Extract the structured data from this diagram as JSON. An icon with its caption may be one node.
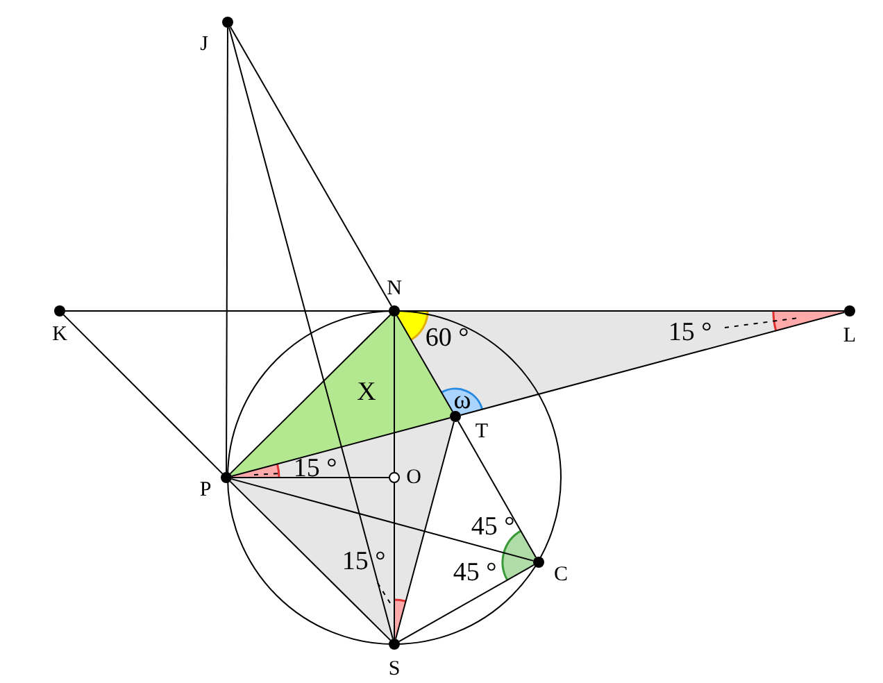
{
  "diagram": {
    "nodes": [
      {
        "text": [
          "J"
        ]
      },
      {
        "text": [
          "K"
        ]
      },
      {
        "text": [
          "N"
        ]
      },
      {
        "text": [
          "L"
        ]
      },
      {
        "text": [
          "T"
        ]
      },
      {
        "text": [
          "P"
        ]
      },
      {
        "text": [
          "O"
        ]
      },
      {
        "text": [
          "C"
        ]
      },
      {
        "text": [
          "S"
        ]
      }
    ],
    "edges": [
      {
        "from": 0,
        "to": 2,
        "arrow": "none"
      },
      {
        "from": 2,
        "to": 4,
        "arrow": "none"
      },
      {
        "from": 4,
        "to": 7,
        "arrow": "none"
      },
      {
        "from": 0,
        "to": 5,
        "arrow": "none"
      },
      {
        "from": 0,
        "to": 8,
        "arrow": "none"
      },
      {
        "from": 1,
        "to": 2,
        "arrow": "none"
      },
      {
        "from": 2,
        "to": 3,
        "arrow": "none"
      },
      {
        "from": 1,
        "to": 5,
        "arrow": "none"
      },
      {
        "from": 2,
        "to": 6,
        "arrow": "none"
      },
      {
        "from": 6,
        "to": 8,
        "arrow": "none"
      },
      {
        "from": 5,
        "to": 4,
        "arrow": "none"
      },
      {
        "from": 4,
        "to": 3,
        "arrow": "none"
      },
      {
        "from": 5,
        "to": 6,
        "arrow": "none"
      },
      {
        "from": 5,
        "to": 7,
        "arrow": "none"
      },
      {
        "from": 5,
        "to": 8,
        "arrow": "none"
      },
      {
        "from": 5,
        "to": 2,
        "arrow": "none"
      },
      {
        "from": 4,
        "to": 8,
        "arrow": "none"
      },
      {
        "from": 8,
        "to": 7,
        "arrow": "none"
      }
    ],
    "labels": [
      "60 °",
      "15 °",
      "ω",
      "X",
      "15 °",
      "45 °",
      "45 °",
      "15 °"
    ]
  }
}
